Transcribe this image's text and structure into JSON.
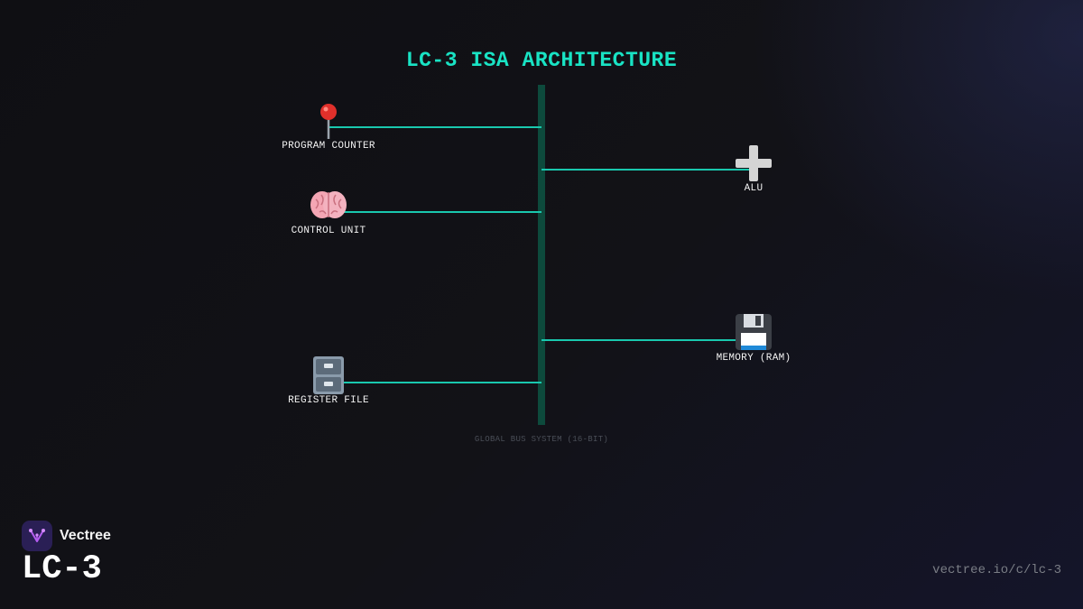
{
  "diagram": {
    "title": "LC-3 ISA ARCHITECTURE",
    "bus_label": "GLOBAL BUS SYSTEM (16-BIT)",
    "components": {
      "program_counter": {
        "label": "PROGRAM COUNTER",
        "icon": "pushpin-icon"
      },
      "alu": {
        "label": "ALU",
        "icon": "plus-icon"
      },
      "control_unit": {
        "label": "CONTROL UNIT",
        "icon": "brain-icon"
      },
      "memory": {
        "label": "MEMORY (RAM)",
        "icon": "floppy-disk-icon"
      },
      "register_file": {
        "label": "REGISTER FILE",
        "icon": "file-cabinet-icon"
      }
    },
    "colors": {
      "accent": "#19e3c4",
      "connector": "#19c8ae",
      "bus": "#0d4a3c",
      "background": "#111116"
    }
  },
  "footer": {
    "brand_name": "Vectree",
    "course_title": "LC-3",
    "url": "vectree.io/c/lc-3"
  }
}
